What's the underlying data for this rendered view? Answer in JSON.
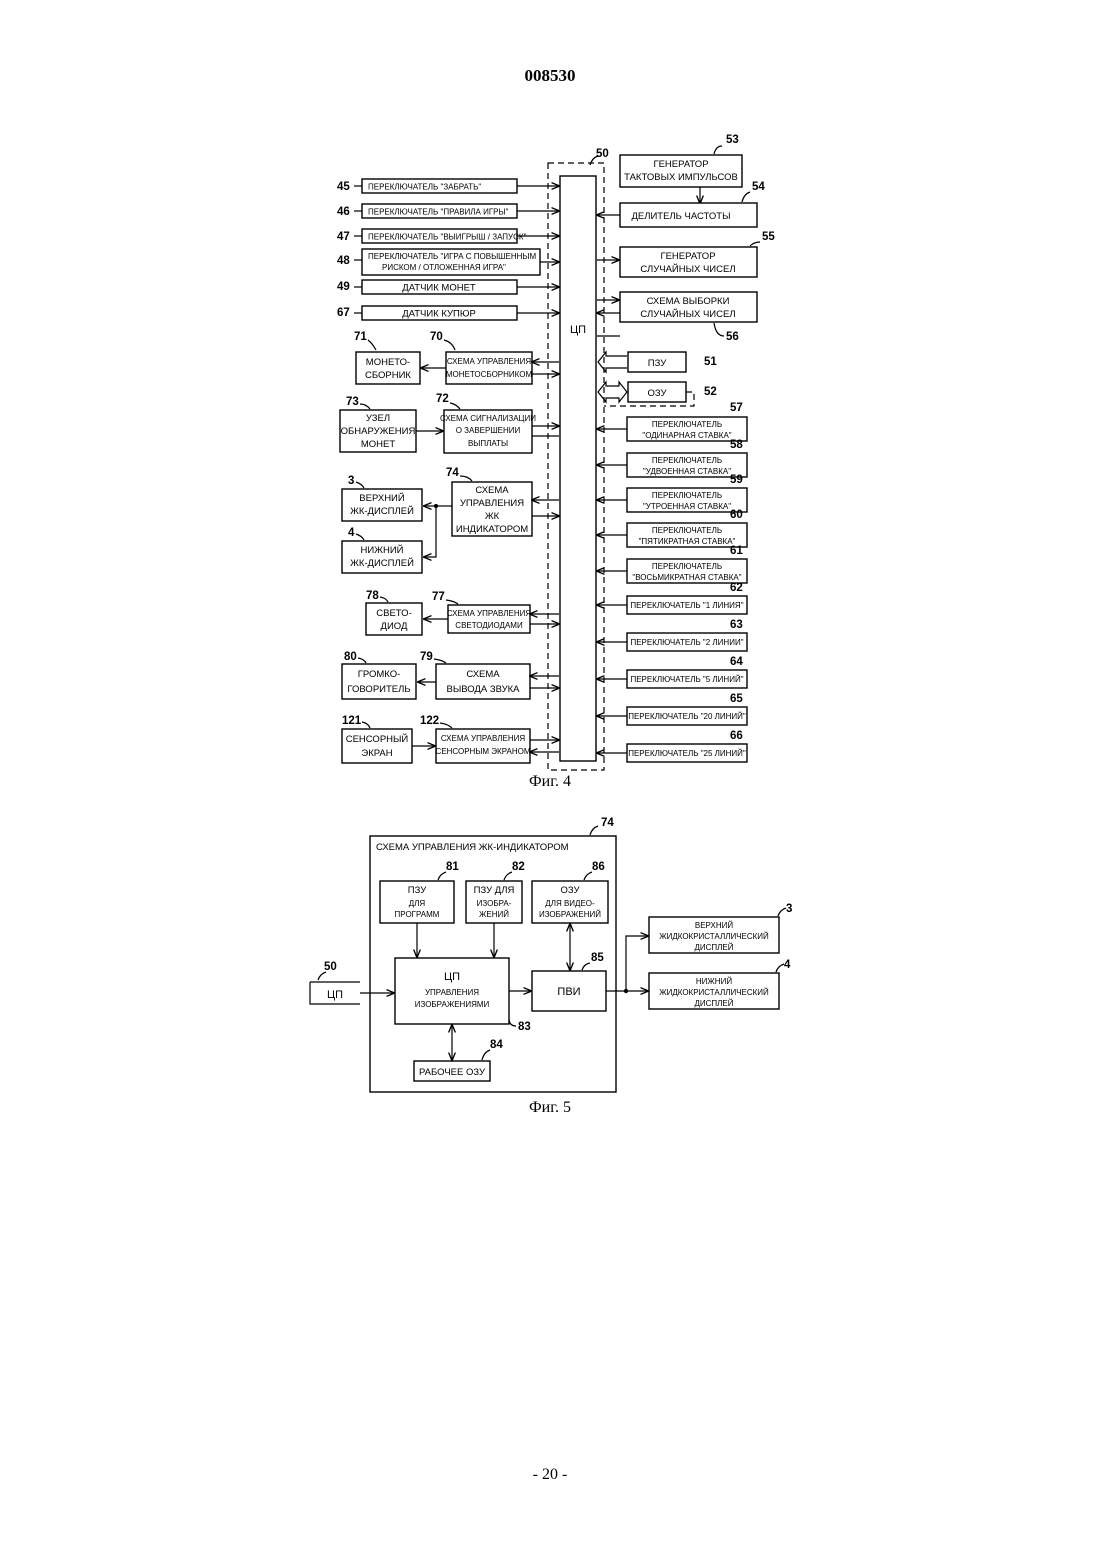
{
  "document_number": "008530",
  "page_number": "- 20 -",
  "fig4": {
    "caption": "Фиг. 4",
    "cpu": {
      "label": "ЦП",
      "ref": "50"
    },
    "inputs_left": [
      {
        "ref": "45",
        "label": "ПЕРЕКЛЮЧАТЕЛЬ \"ЗАБРАТЬ\""
      },
      {
        "ref": "46",
        "label": "ПЕРЕКЛЮЧАТЕЛЬ \"ПРАВИЛА ИГРЫ\""
      },
      {
        "ref": "47",
        "label": "ПЕРЕКЛЮЧАТЕЛЬ \"ВЫИГРЫШ / ЗАПУСК\""
      },
      {
        "ref": "48",
        "label_line1": "ПЕРЕКЛЮЧАТЕЛЬ \"ИГРА С ПОВЫШЕННЫМ",
        "label_line2": "РИСКОМ / ОТЛОЖЕННАЯ ИГРА\""
      },
      {
        "ref": "49",
        "label": "ДАТЧИК МОНЕТ"
      },
      {
        "ref": "67",
        "label": "ДАТЧИК КУПЮР"
      }
    ],
    "hopper_ctrl": {
      "ref": "70",
      "line1": "СХЕМА УПРАВЛЕНИЯ",
      "line2": "МОНЕТОСБОРНИКОМ"
    },
    "hopper": {
      "ref": "71",
      "line1": "МОНЕТО-",
      "line2": "СБОРНИК"
    },
    "coin_detector": {
      "ref": "73",
      "line1": "УЗЕЛ",
      "line2": "ОБНАРУЖЕНИЯ",
      "line3": "МОНЕТ"
    },
    "payout_signal": {
      "ref": "72",
      "line1": "СХЕМА СИГНАЛИЗАЦИИ",
      "line2": "О ЗАВЕРШЕНИИ",
      "line3": "ВЫПЛАТЫ"
    },
    "lcd_ctrl": {
      "ref": "74",
      "line1": "СХЕМА",
      "line2": "УПРАВЛЕНИЯ",
      "line3": "ЖК",
      "line4": "ИНДИКАТОРОМ"
    },
    "upper_lcd": {
      "ref": "3",
      "line1": "ВЕРХНИЙ",
      "line2": "ЖК-ДИСПЛЕЙ"
    },
    "lower_lcd": {
      "ref": "4",
      "line1": "НИЖНИЙ",
      "line2": "ЖК-ДИСПЛЕЙ"
    },
    "led_ctrl": {
      "ref": "77",
      "line1": "СХЕМА УПРАВЛЕНИЯ",
      "line2": "СВЕТОДИОДАМИ"
    },
    "led": {
      "ref": "78",
      "line1": "СВЕТО-",
      "line2": "ДИОД"
    },
    "sound": {
      "ref": "79",
      "line1": "СХЕМА",
      "line2": "ВЫВОДА ЗВУКА"
    },
    "speaker": {
      "ref": "80",
      "line1": "ГРОМКО-",
      "line2": "ГОВОРИТЕЛЬ"
    },
    "touch": {
      "ref": "121",
      "line1": "СЕНСОРНЫЙ",
      "line2": "ЭКРАН"
    },
    "touch_ctrl": {
      "ref": "122",
      "line1": "СХЕМА УПРАВЛЕНИЯ",
      "line2": "СЕНСОРНЫМ ЭКРАНОМ"
    },
    "clock": {
      "ref": "53",
      "line1": "ГЕНЕРАТОР",
      "line2": "ТАКТОВЫХ ИМПУЛЬСОВ"
    },
    "divider": {
      "ref": "54",
      "label": "ДЕЛИТЕЛЬ ЧАСТОТЫ"
    },
    "rng": {
      "ref": "55",
      "line1": "ГЕНЕРАТОР",
      "line2": "СЛУЧАЙНЫХ ЧИСЕЛ"
    },
    "sampler": {
      "ref": "56",
      "line1": "СХЕМА ВЫБОРКИ",
      "line2": "СЛУЧАЙНЫХ ЧИСЕЛ"
    },
    "rom": {
      "ref": "51",
      "label": "ПЗУ"
    },
    "ram": {
      "ref": "52",
      "label": "ОЗУ"
    },
    "bet_switches": [
      {
        "ref": "57",
        "line1": "ПЕРЕКЛЮЧАТЕЛЬ",
        "line2": "\"ОДИНАРНАЯ СТАВКА\""
      },
      {
        "ref": "58",
        "line1": "ПЕРЕКЛЮЧАТЕЛЬ",
        "line2": "\"УДВОЕННАЯ СТАВКА\""
      },
      {
        "ref": "59",
        "line1": "ПЕРЕКЛЮЧАТЕЛЬ",
        "line2": "\"УТРОЕННАЯ СТАВКА\""
      },
      {
        "ref": "60",
        "line1": "ПЕРЕКЛЮЧАТЕЛЬ",
        "line2": "\"ПЯТИКРАТНАЯ СТАВКА\""
      },
      {
        "ref": "61",
        "line1": "ПЕРЕКЛЮЧАТЕЛЬ",
        "line2": "\"ВОСЬМИКРАТНАЯ СТАВКА\""
      }
    ],
    "line_switches": [
      {
        "ref": "62",
        "label": "ПЕРЕКЛЮЧАТЕЛЬ \"1 ЛИНИЯ\""
      },
      {
        "ref": "63",
        "label": "ПЕРЕКЛЮЧАТЕЛЬ \"2 ЛИНИИ\""
      },
      {
        "ref": "64",
        "label": "ПЕРЕКЛЮЧАТЕЛЬ \"5 ЛИНИЙ\""
      },
      {
        "ref": "65",
        "label": "ПЕРЕКЛЮЧАТЕЛЬ \"20 ЛИНИЙ\""
      },
      {
        "ref": "66",
        "label": "ПЕРЕКЛЮЧАТЕЛЬ \"25 ЛИНИЙ\""
      }
    ]
  },
  "fig5": {
    "caption": "Фиг. 5",
    "frame": {
      "ref": "74",
      "title": "СХЕМА УПРАВЛЕНИЯ ЖК-ИНДИКАТОРОМ"
    },
    "prog_rom": {
      "ref": "81",
      "line1": "ПЗУ",
      "line2": "ДЛЯ",
      "line3": "ПРОГРАММ"
    },
    "img_rom": {
      "ref": "82",
      "line1": "ПЗУ ДЛЯ",
      "line2": "ИЗОБРА-",
      "line3": "ЖЕНИЙ"
    },
    "vram": {
      "ref": "86",
      "line1": "ОЗУ",
      "line2": "ДЛЯ ВИДЕО-",
      "line3": "ИЗОБРАЖЕНИЙ"
    },
    "img_cpu": {
      "ref": "83",
      "line1": "ЦП",
      "line2": "УПРАВЛЕНИЯ",
      "line3": "ИЗОБРАЖЕНИЯМИ"
    },
    "vdp": {
      "ref": "85",
      "label": "ПВИ"
    },
    "work_ram": {
      "ref": "84",
      "label": "РАБОЧЕЕ ОЗУ"
    },
    "main_cpu": {
      "ref": "50",
      "label": "ЦП"
    },
    "upper_display": {
      "ref": "3",
      "line1": "ВЕРХНИЙ",
      "line2": "ЖИДКОКРИСТАЛЛИЧЕСКИЙ",
      "line3": "ДИСПЛЕЙ"
    },
    "lower_display": {
      "ref": "4",
      "line1": "НИЖНИЙ",
      "line2": "ЖИДКОКРИСТАЛЛИЧЕСКИЙ",
      "line3": "ДИСПЛЕЙ"
    }
  }
}
